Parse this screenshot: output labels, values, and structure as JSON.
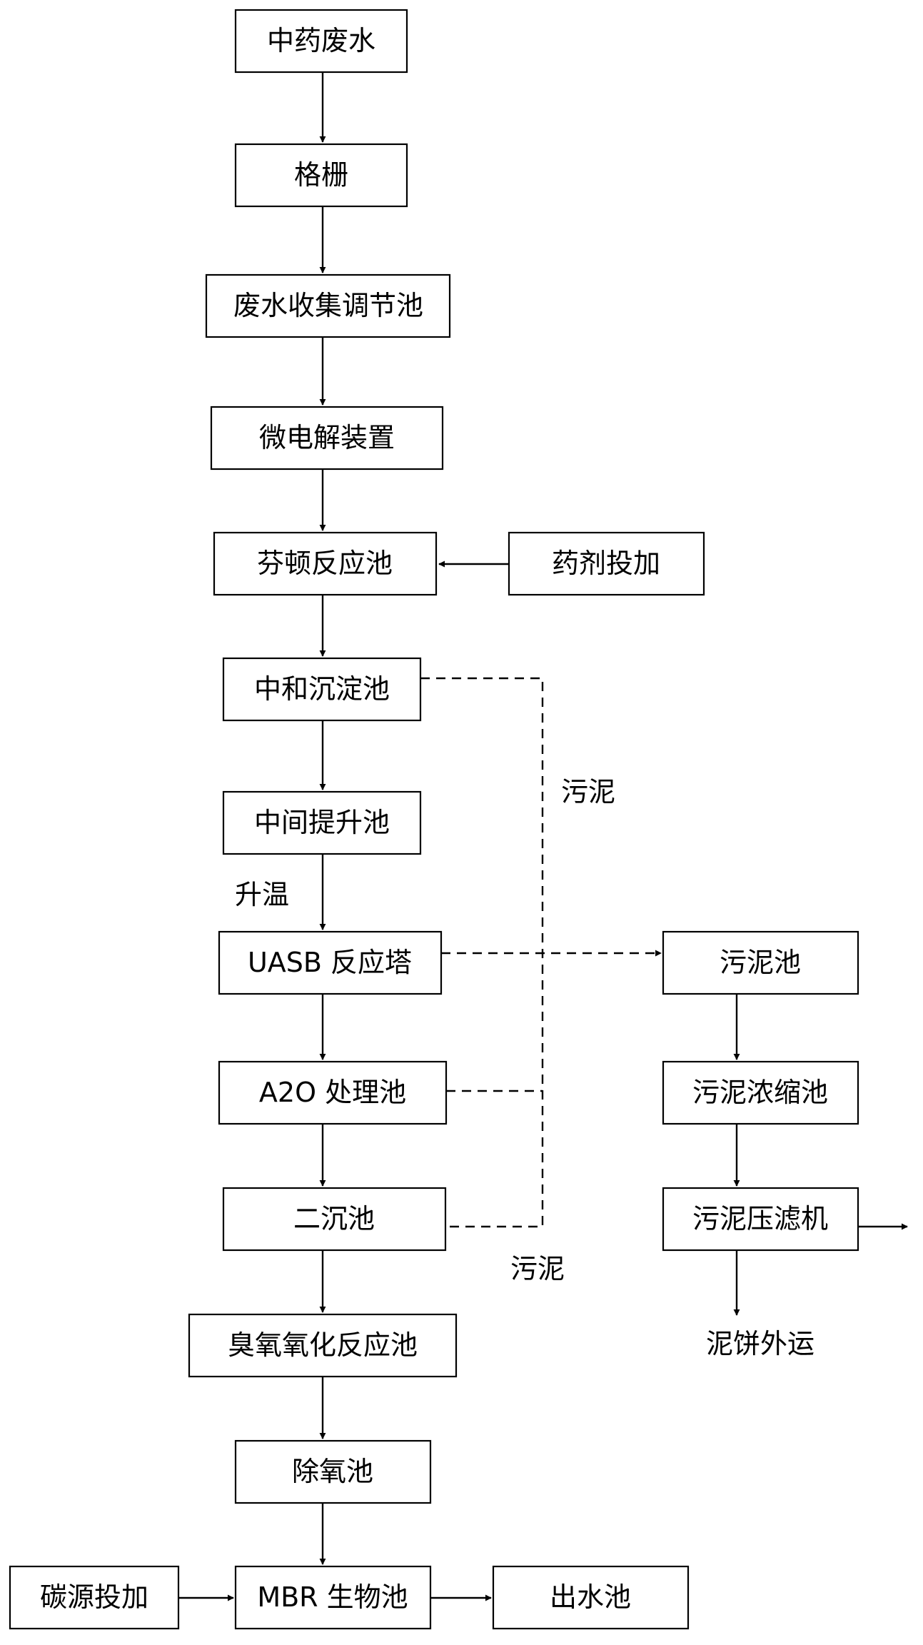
{
  "nodes": {
    "tcm_wastewater": "中药废水",
    "grille": "格栅",
    "collection_tank": "废水收集调节池",
    "micro_electrolysis": "微电解装置",
    "fenton_tank": "芬顿反应池",
    "chemical_dosing": "药剂投加",
    "neutralization_tank": "中和沉淀池",
    "lift_tank": "中间提升池",
    "uasb_tower": "UASB 反应塔",
    "a2o_tank": "A2O 处理池",
    "secondary_clarifier": "二沉池",
    "ozone_tank": "臭氧氧化反应池",
    "deoxygenation_tank": "除氧池",
    "carbon_dosing": "碳源投加",
    "mbr_tank": "MBR 生物池",
    "effluent_tank": "出水池",
    "sludge_tank": "污泥池",
    "sludge_thickener": "污泥浓缩池",
    "filter_press": "污泥压滤机"
  },
  "labels": {
    "heating": "升温",
    "sludge_top": "污泥",
    "sludge_bottom": "污泥",
    "cake_out": "泥饼外运"
  },
  "colors": {
    "line": "#000000",
    "box_fill": "#ffffff"
  }
}
